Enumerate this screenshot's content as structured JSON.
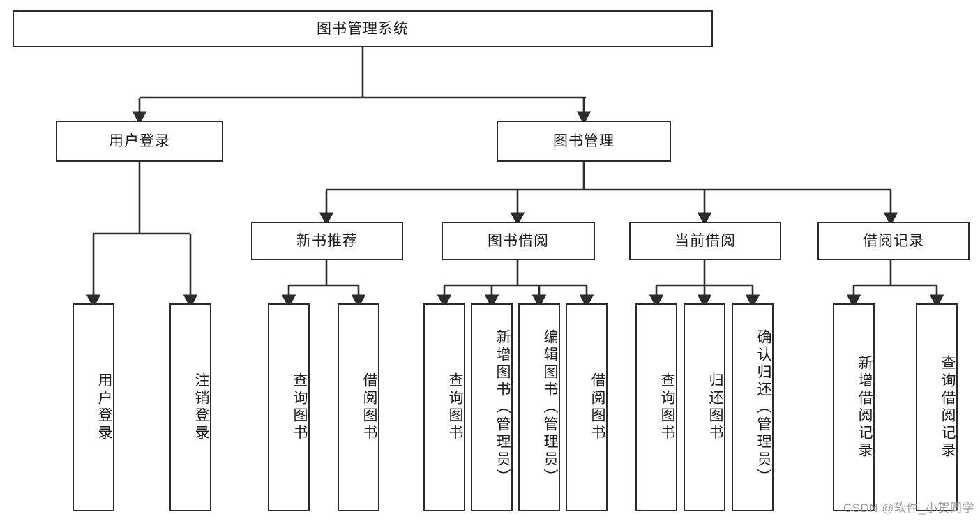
{
  "diagram": {
    "title": "图书管理系统",
    "type": "hierarchy-tree",
    "background_color": "#ffffff",
    "line_color": "#2b2b2b",
    "text_color": "#1a1a1a",
    "levels": 4
  },
  "root": {
    "label": "图书管理系统"
  },
  "level2": [
    {
      "label": "用户登录"
    },
    {
      "label": "图书管理"
    }
  ],
  "level3": [
    {
      "label": "新书推荐"
    },
    {
      "label": "图书借阅"
    },
    {
      "label": "当前借阅"
    },
    {
      "label": "借阅记录"
    }
  ],
  "leaves": {
    "user_login": [
      {
        "label": "用户登录"
      },
      {
        "label": "注销登录"
      }
    ],
    "new_book_recommend": [
      {
        "label": "查询图书"
      },
      {
        "label": "借阅图书"
      }
    ],
    "book_borrow": [
      {
        "label": "查询图书"
      },
      {
        "label": "新增图书（管理员）"
      },
      {
        "label": "编辑图书（管理员）"
      },
      {
        "label": "借阅图书"
      }
    ],
    "current_borrow": [
      {
        "label": "查询图书"
      },
      {
        "label": "归还图书"
      },
      {
        "label": "确认归还（管理员）"
      }
    ],
    "borrow_record": [
      {
        "label": "新增借阅记录"
      },
      {
        "label": "查询借阅记录"
      }
    ]
  },
  "watermark": {
    "text": "CSDN @软件_小贺同学"
  }
}
